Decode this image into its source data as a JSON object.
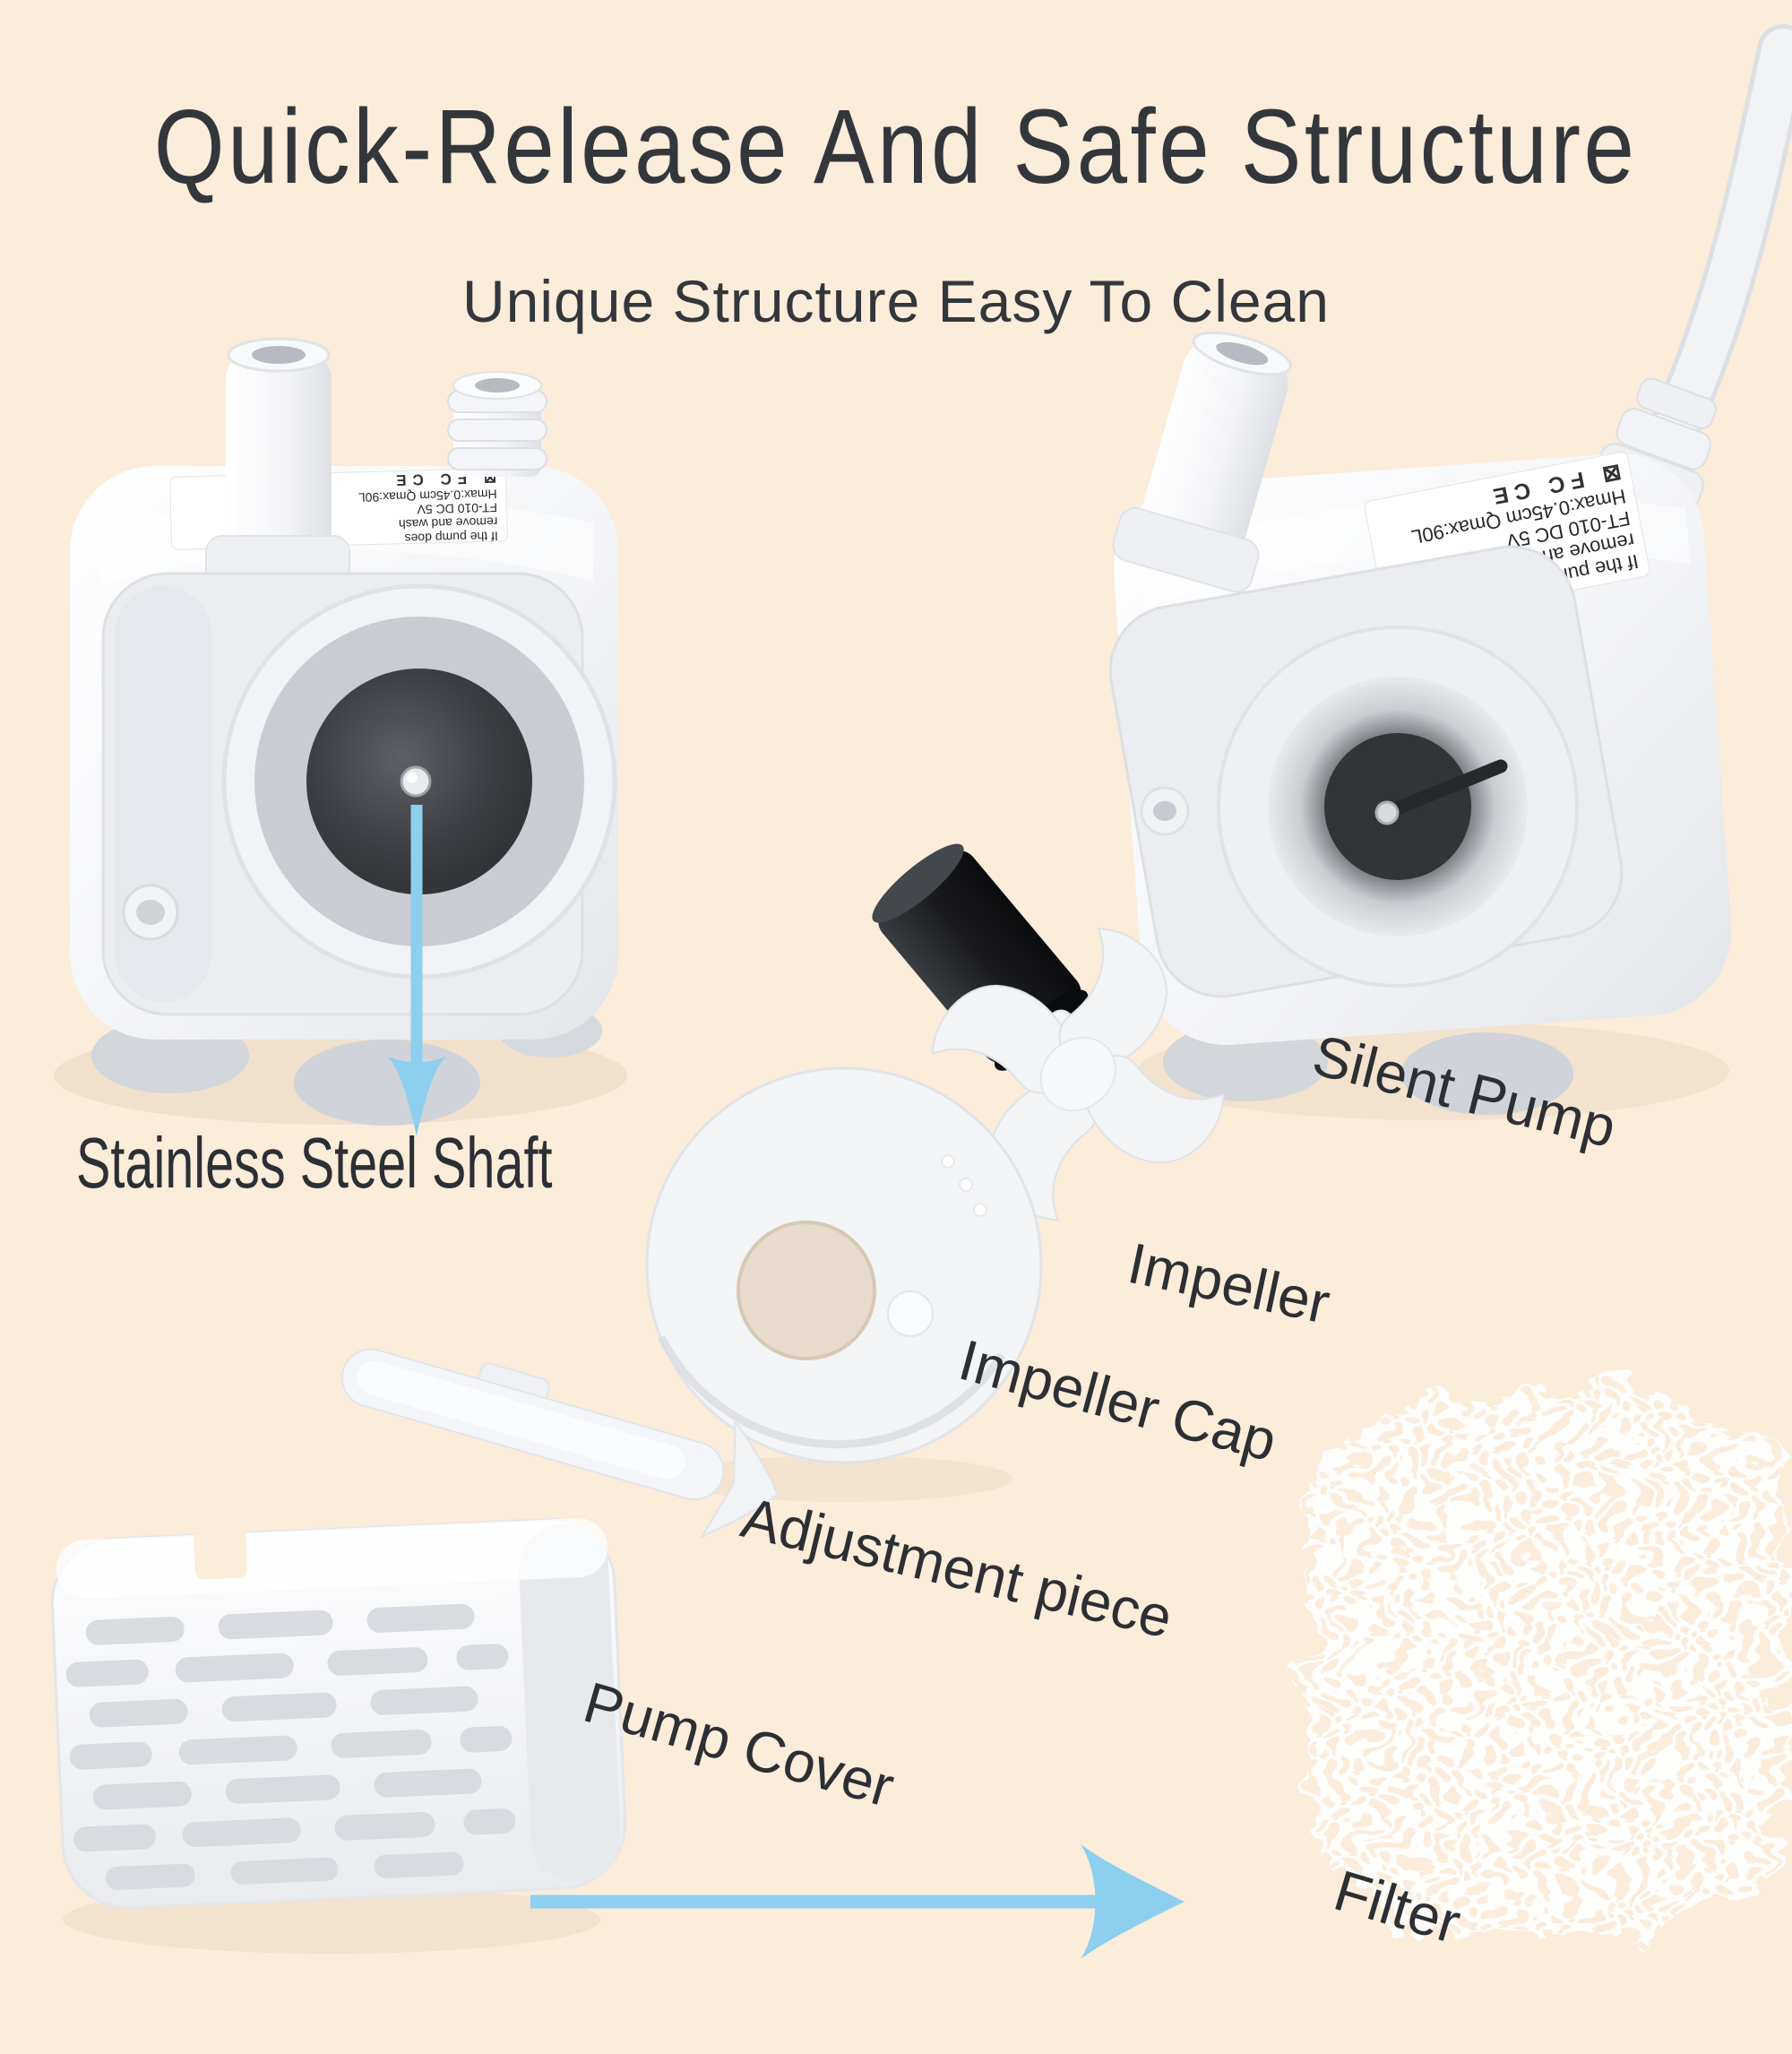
{
  "colors": {
    "background": "#fcecda",
    "heading_text": "#33373b",
    "label_text": "#2c2f33",
    "arrow_blue": "#8ccfef",
    "pump_white": "#f2f3f6",
    "impeller_black": "#17181b"
  },
  "header": {
    "title": "Quick-Release And Safe Structure",
    "subtitle": "Unique Structure Easy To Clean"
  },
  "part_labels": {
    "stainless_steel_shaft": "Stainless Steel Shaft",
    "silent_pump": "Silent Pump",
    "impeller": "Impeller",
    "impeller_cap": "Impeller Cap",
    "adjustment_piece": "Adjustment piece",
    "pump_cover": "Pump Cover",
    "filter": "Filter"
  },
  "pump_sticker": {
    "lines": [
      "If the pump does",
      "remove and wash",
      "FT-010    DC    5V",
      "Hmax:0.45cm  Qmax:90L"
    ],
    "marks": "⊠  FC  CE"
  }
}
